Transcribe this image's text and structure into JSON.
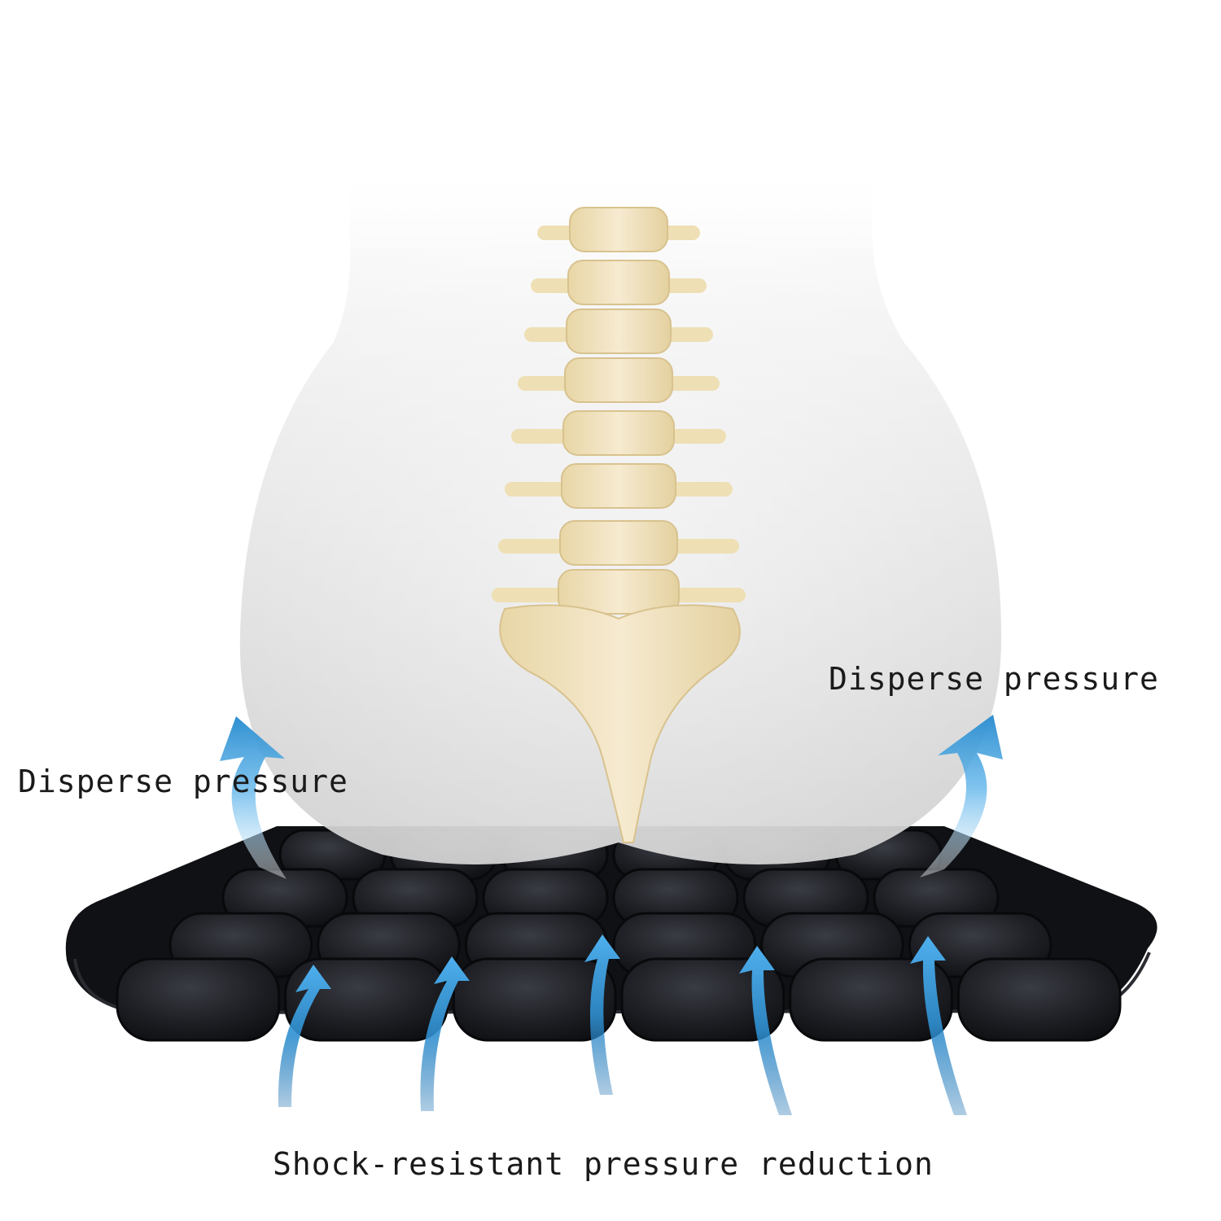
{
  "captions": {
    "left": "Disperse pressure",
    "right": "Disperse pressure",
    "bottom": "Shock-resistant pressure reduction"
  },
  "colors": {
    "background": "#ffffff",
    "cushion": "#15161a",
    "body_silhouette": "#d8d8d8",
    "spine": "#efe0b6",
    "arrow_blue": "#2f8fd0",
    "text": "#1a1a1a"
  },
  "icons": {
    "arrow": "arrow-up-curved-icon"
  }
}
